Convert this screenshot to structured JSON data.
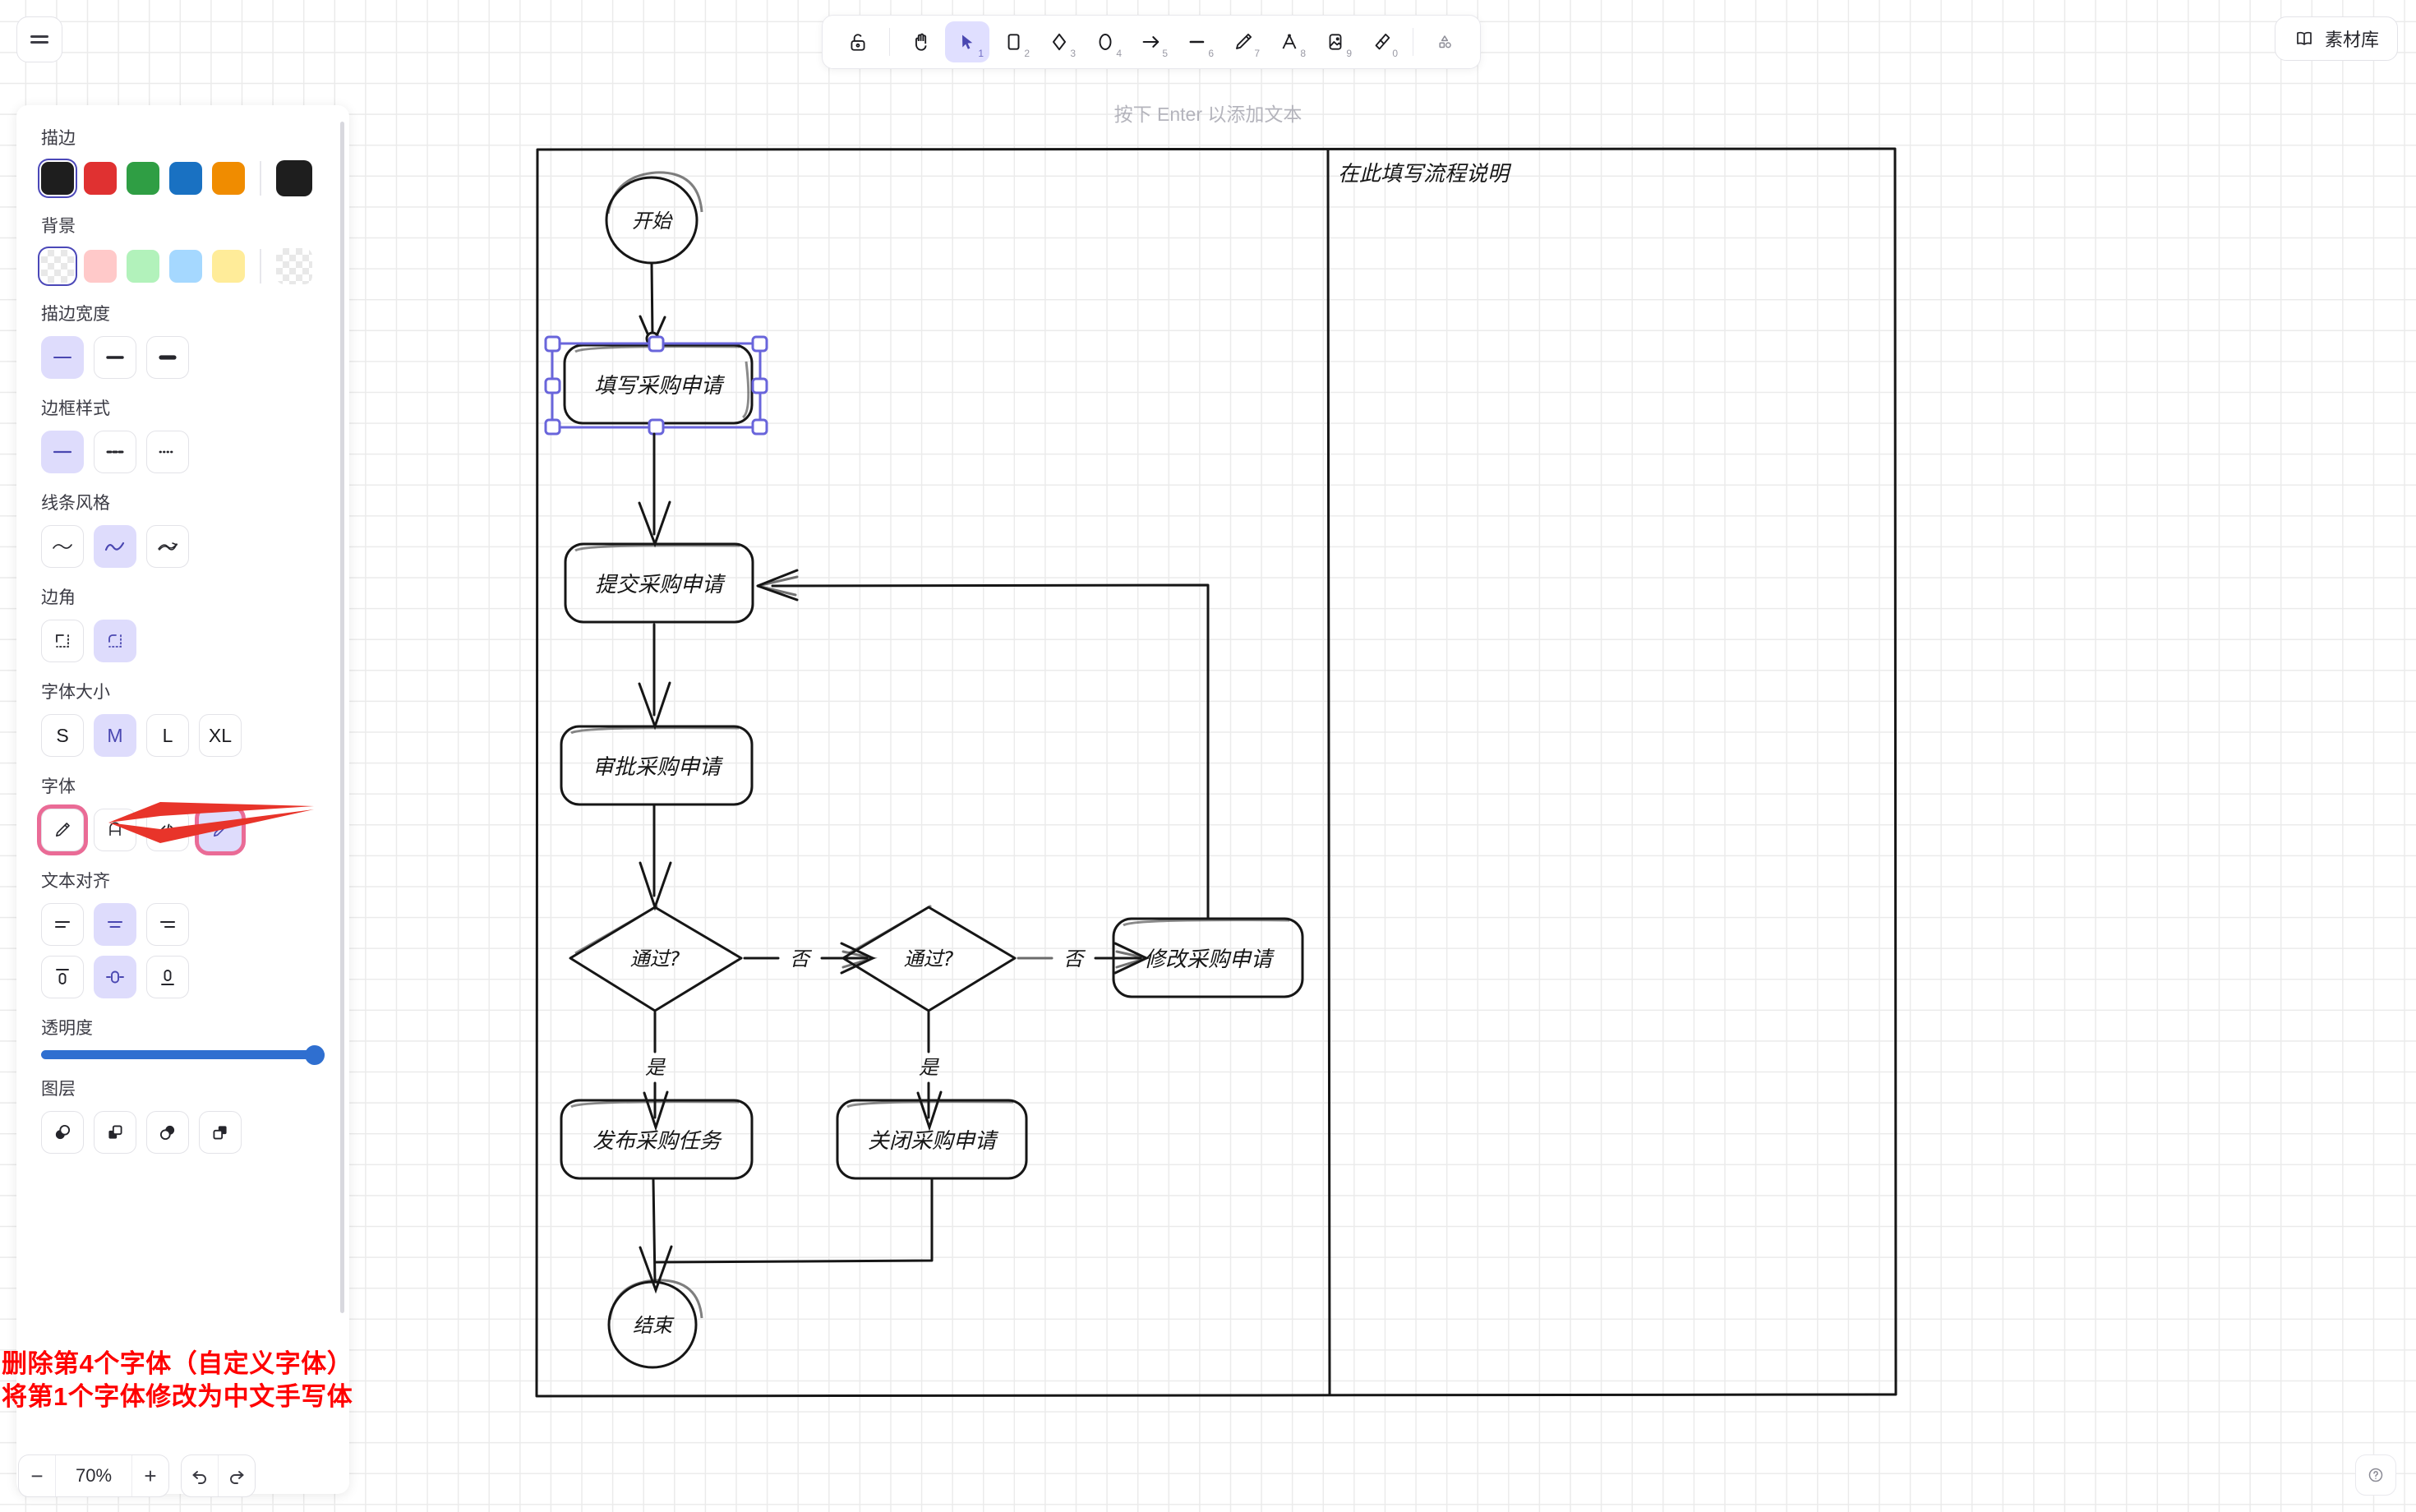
{
  "app": {
    "menu_icon": "hamburger-icon",
    "hint": "按下 Enter 以添加文本",
    "library_label": "素材库",
    "library_icon": "book-icon",
    "help_icon": "help-icon"
  },
  "toolbar": {
    "tools": [
      {
        "name": "lock",
        "icon": "lock-icon",
        "num": "",
        "active": false
      },
      {
        "name": "hand",
        "icon": "hand-icon",
        "num": "",
        "active": false
      },
      {
        "name": "selection",
        "icon": "cursor-icon",
        "num": "1",
        "active": true
      },
      {
        "name": "rectangle",
        "icon": "rectangle-icon",
        "num": "2",
        "active": false
      },
      {
        "name": "diamond",
        "icon": "diamond-icon",
        "num": "3",
        "active": false
      },
      {
        "name": "ellipse",
        "icon": "ellipse-icon",
        "num": "4",
        "active": false
      },
      {
        "name": "arrow",
        "icon": "arrow-icon",
        "num": "5",
        "active": false
      },
      {
        "name": "line",
        "icon": "line-icon",
        "num": "6",
        "active": false
      },
      {
        "name": "draw",
        "icon": "pencil-icon",
        "num": "7",
        "active": false
      },
      {
        "name": "text",
        "icon": "text-icon",
        "num": "8",
        "active": false
      },
      {
        "name": "image",
        "icon": "image-icon",
        "num": "9",
        "active": false
      },
      {
        "name": "eraser",
        "icon": "eraser-icon",
        "num": "0",
        "active": false
      },
      {
        "name": "frame",
        "icon": "shapes-icon",
        "num": "",
        "active": false
      }
    ]
  },
  "panel": {
    "sections": {
      "stroke": "描边",
      "background": "背景",
      "stroke_width": "描边宽度",
      "stroke_style": "边框样式",
      "sloppiness": "线条风格",
      "edges": "边角",
      "font_size": "字体大小",
      "font_family": "字体",
      "text_align": "文本对齐",
      "opacity": "透明度",
      "layers": "图层"
    },
    "stroke_colors": [
      "#1e1e1e",
      "#e03131",
      "#2f9e44",
      "#1971c2",
      "#f08c00"
    ],
    "stroke_selected_index": 0,
    "stroke_current": "#1e1e1e",
    "background_colors": [
      "transparent",
      "#ffc9c9",
      "#b2f2bb",
      "#a5d8ff",
      "#ffec99"
    ],
    "background_selected_index": 0,
    "background_current": "transparent",
    "stroke_widths": [
      {
        "name": "thin",
        "active": true
      },
      {
        "name": "bold",
        "active": false
      },
      {
        "name": "extra-bold",
        "active": false
      }
    ],
    "stroke_styles": [
      {
        "name": "solid",
        "active": true
      },
      {
        "name": "dashed",
        "active": false
      },
      {
        "name": "dotted",
        "active": false
      }
    ],
    "sloppiness_options": [
      {
        "name": "architect",
        "active": false
      },
      {
        "name": "artist",
        "active": true
      },
      {
        "name": "cartoonist",
        "active": false
      }
    ],
    "edge_options": [
      {
        "name": "sharp",
        "active": false
      },
      {
        "name": "round",
        "active": true
      }
    ],
    "font_sizes": [
      {
        "label": "S",
        "active": false
      },
      {
        "label": "M",
        "active": true
      },
      {
        "label": "L",
        "active": false
      },
      {
        "label": "XL",
        "active": false
      }
    ],
    "font_families": [
      {
        "name": "hand-drawn",
        "icon": "pencil-icon",
        "active": false,
        "highlighted": true
      },
      {
        "name": "normal",
        "icon": "font-a-icon",
        "active": false,
        "highlighted": false
      },
      {
        "name": "code",
        "icon": "code-icon",
        "active": false,
        "highlighted": false
      },
      {
        "name": "custom-font",
        "icon": "pencil-icon",
        "active": true,
        "highlighted": true
      }
    ],
    "text_align_h": [
      {
        "name": "align-left",
        "active": false
      },
      {
        "name": "align-center",
        "active": true
      },
      {
        "name": "align-right",
        "active": false
      }
    ],
    "text_align_v": [
      {
        "name": "align-top",
        "active": false
      },
      {
        "name": "align-middle",
        "active": true
      },
      {
        "name": "align-bottom",
        "active": false
      }
    ],
    "opacity_value": 100,
    "layer_options": [
      {
        "name": "send-to-back"
      },
      {
        "name": "send-backward"
      },
      {
        "name": "bring-forward"
      },
      {
        "name": "bring-to-front"
      }
    ]
  },
  "annotation": {
    "line1": "删除第4个字体（自定义字体）",
    "line2": "将第1个字体修改为中文手写体",
    "color": "#ff0000",
    "arrow_color": "#e8342a",
    "highlight_color": "#ea6b96"
  },
  "zoom": {
    "minus": "−",
    "value": "70%",
    "plus": "+",
    "undo_icon": "undo-icon",
    "redo_icon": "redo-icon"
  },
  "diagram": {
    "note": "在此填写流程说明",
    "nodes": [
      {
        "id": "start",
        "shape": "ellipse",
        "label": "开始"
      },
      {
        "id": "fill",
        "shape": "rectangle",
        "label": "填写采购申请",
        "selected": true
      },
      {
        "id": "submit",
        "shape": "rectangle",
        "label": "提交采购申请"
      },
      {
        "id": "approve",
        "shape": "rectangle",
        "label": "审批采购申请"
      },
      {
        "id": "pass1",
        "shape": "diamond",
        "label": "通过?"
      },
      {
        "id": "pass2",
        "shape": "diamond",
        "label": "通过?"
      },
      {
        "id": "modify",
        "shape": "rectangle",
        "label": "修改采购申请"
      },
      {
        "id": "publish",
        "shape": "rectangle",
        "label": "发布采购任务"
      },
      {
        "id": "close",
        "shape": "rectangle",
        "label": "关闭采购申请"
      },
      {
        "id": "end",
        "shape": "ellipse",
        "label": "结束"
      }
    ],
    "edge_labels": {
      "no1": "否",
      "no2": "否",
      "yes1": "是",
      "yes2": "是"
    }
  }
}
